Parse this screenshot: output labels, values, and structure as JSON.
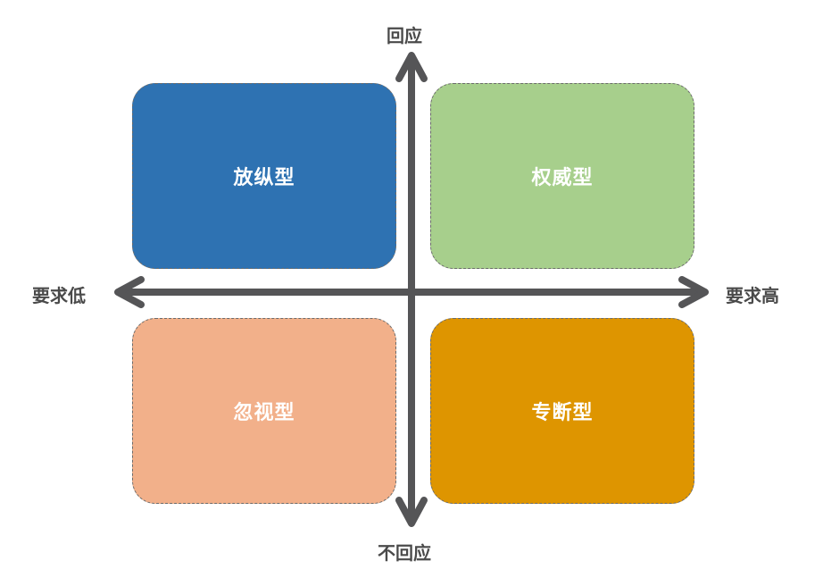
{
  "diagram": {
    "type": "quadrant-matrix",
    "axes": {
      "vertical": {
        "top_label": "回应",
        "bottom_label": "不回应"
      },
      "horizontal": {
        "left_label": "要求低",
        "right_label": "要求高"
      },
      "color": "#555557"
    },
    "quadrants": [
      {
        "position": "top-left",
        "label": "放纵型",
        "color": "#2e72b2"
      },
      {
        "position": "top-right",
        "label": "权威型",
        "color": "#a7cf8c"
      },
      {
        "position": "bottom-left",
        "label": "忽视型",
        "color": "#f2b08a"
      },
      {
        "position": "bottom-right",
        "label": "专断型",
        "color": "#de9500"
      }
    ]
  }
}
